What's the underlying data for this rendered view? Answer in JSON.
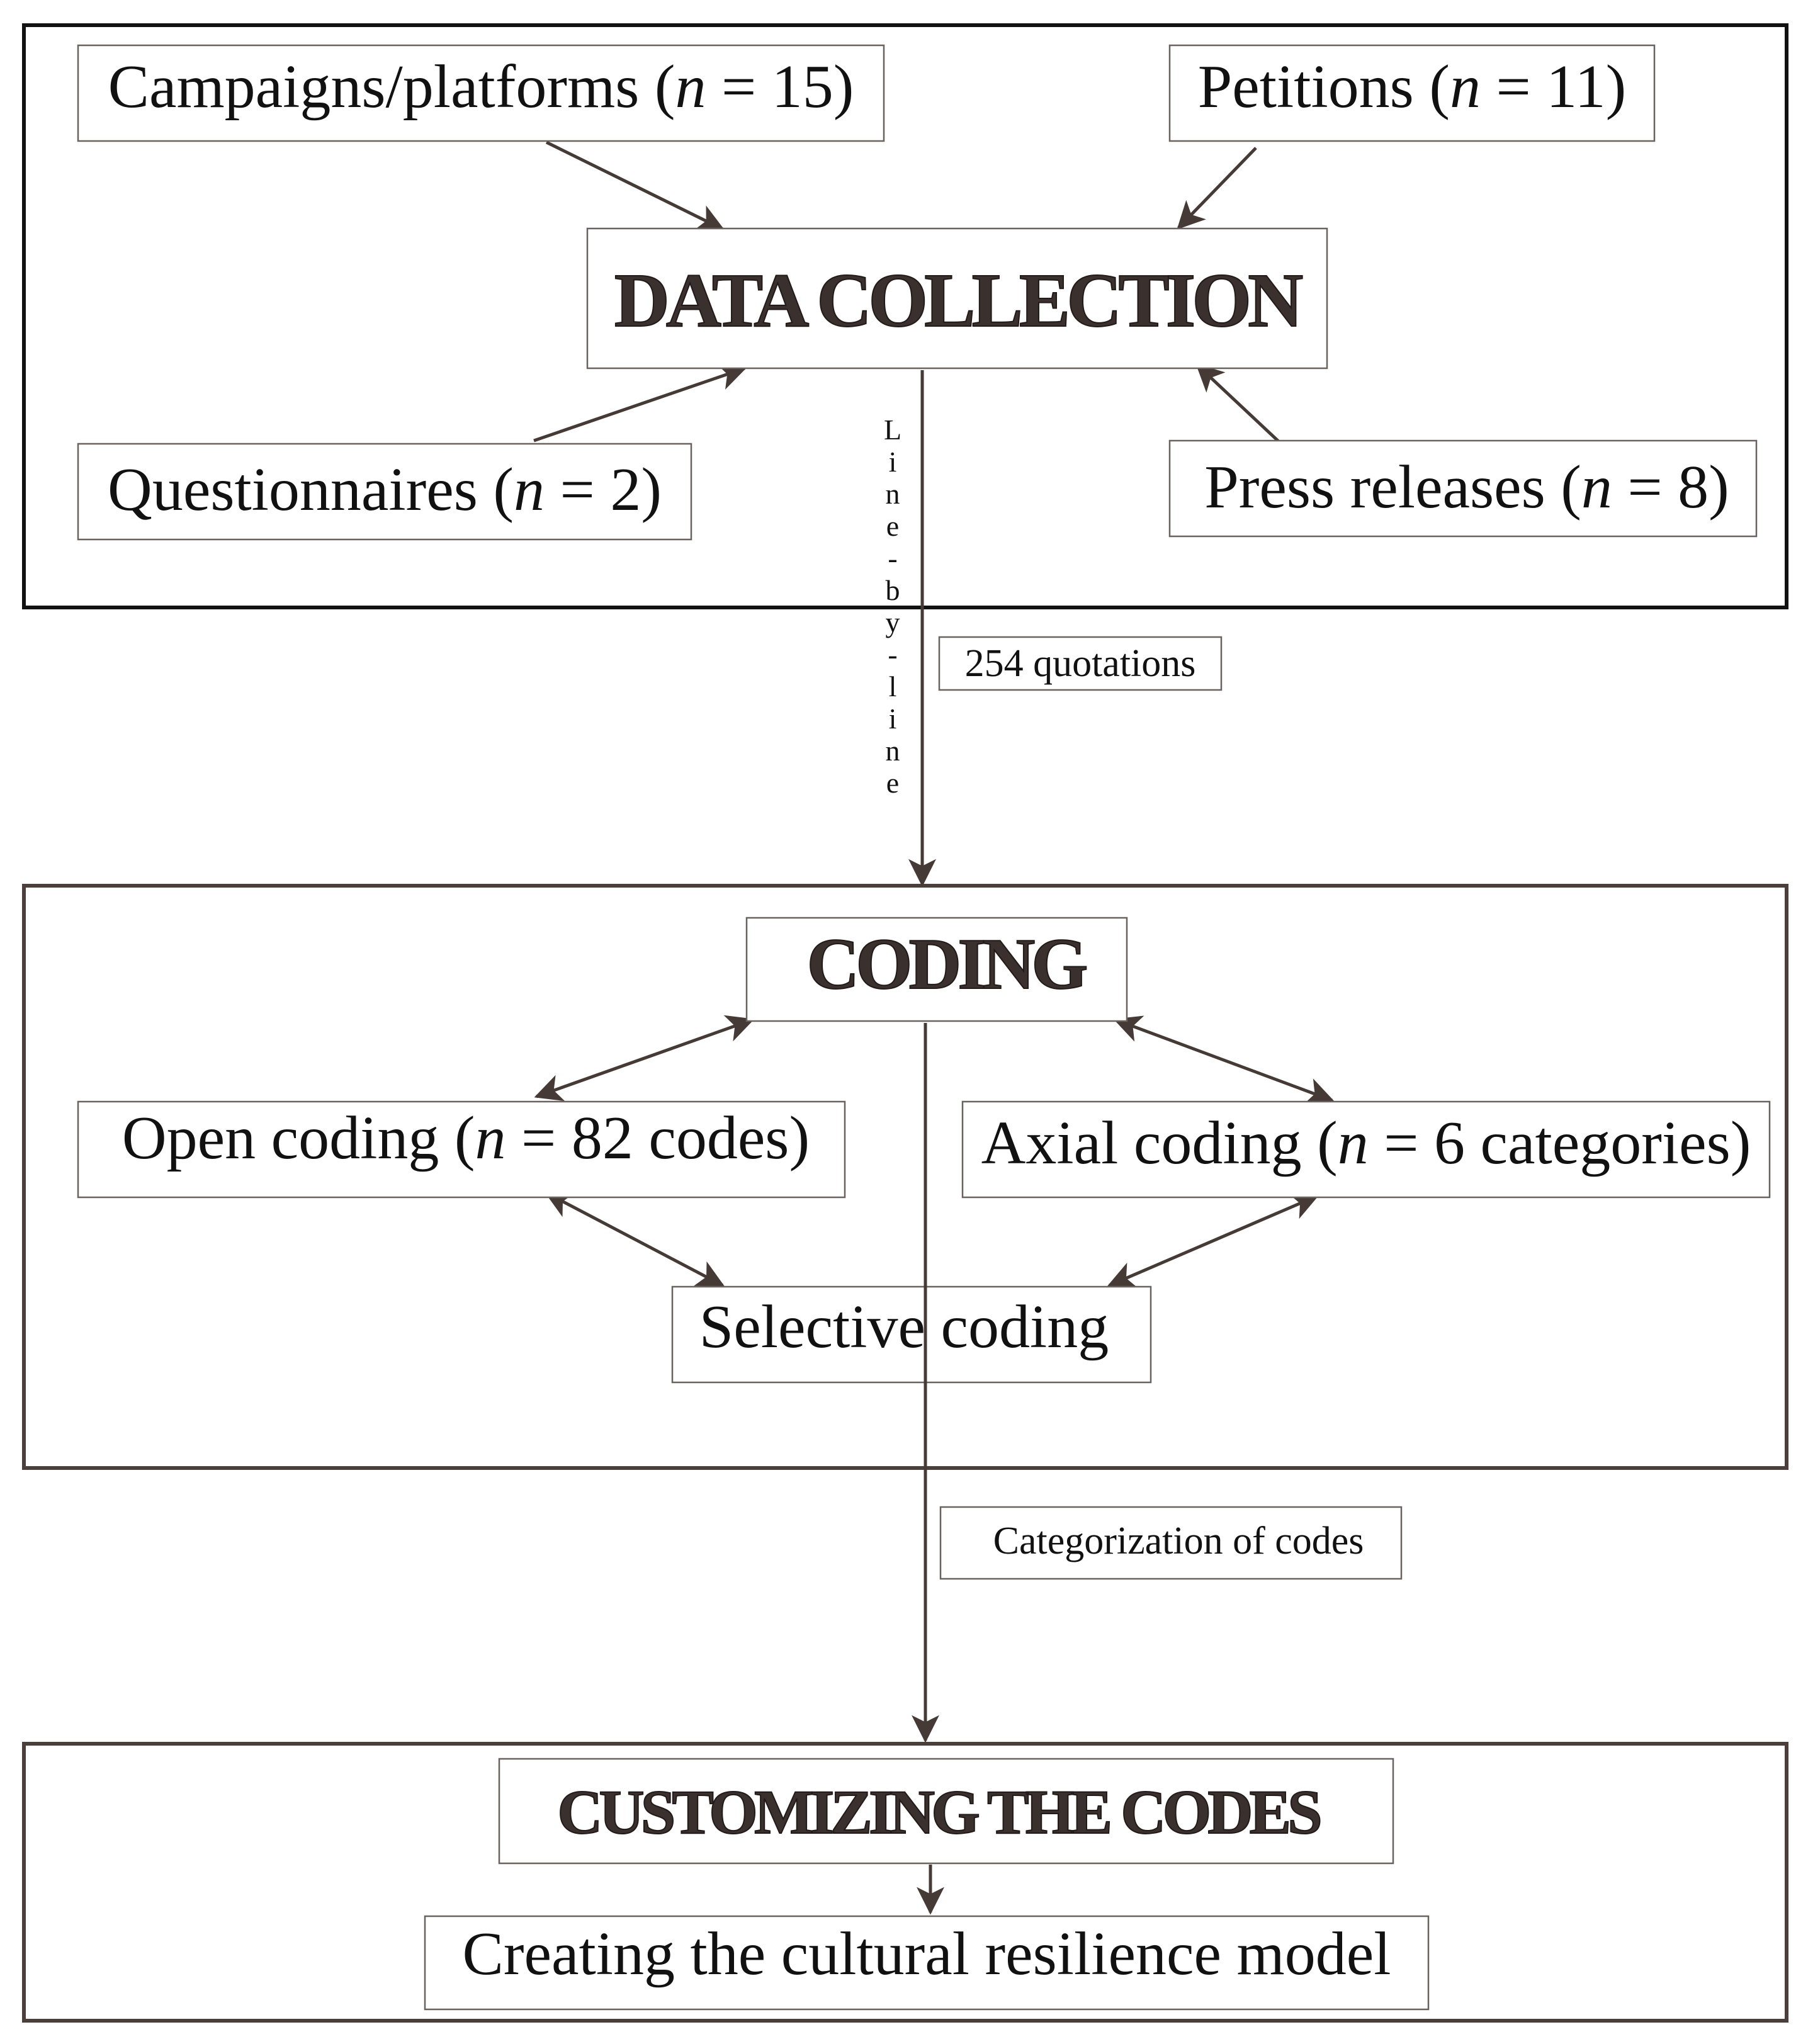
{
  "data_collection": {
    "heading": "DATA COLLECTION",
    "sources": {
      "campaigns": {
        "label": "Campaigns/platforms (",
        "n": "n",
        "rest": " = 15)"
      },
      "petitions": {
        "label": "Petitions (",
        "n": "n",
        "rest": " = 11)"
      },
      "questionnaires": {
        "label": "Questionnaires (",
        "n": "n",
        "rest": " = 2)"
      },
      "press_releases": {
        "label": "Press releases (",
        "n": "n",
        "rest": " = 8)"
      }
    }
  },
  "transition_1": {
    "vertical_label": [
      "L",
      "i",
      "n",
      "e",
      "-",
      "b",
      "y",
      "-",
      "l",
      "i",
      "n",
      "e"
    ],
    "count_label": "254 quotations"
  },
  "coding": {
    "heading": "CODING",
    "open": {
      "label": "Open coding (",
      "n": "n",
      "rest": " = 82 codes)"
    },
    "axial": {
      "label": "Axial coding (",
      "n": "n",
      "rest": " = 6 categories)"
    },
    "selective": {
      "label": "Selective coding"
    }
  },
  "transition_2": {
    "label": "Categorization of codes"
  },
  "customizing": {
    "heading": "CUSTOMIZING THE CODES",
    "result": "Creating the cultural resilience model"
  },
  "colors": {
    "line": "#453a36",
    "frame_dark": "#111111",
    "frame_brown": "#4a3f3b",
    "heading_fill": "#3a302d"
  }
}
